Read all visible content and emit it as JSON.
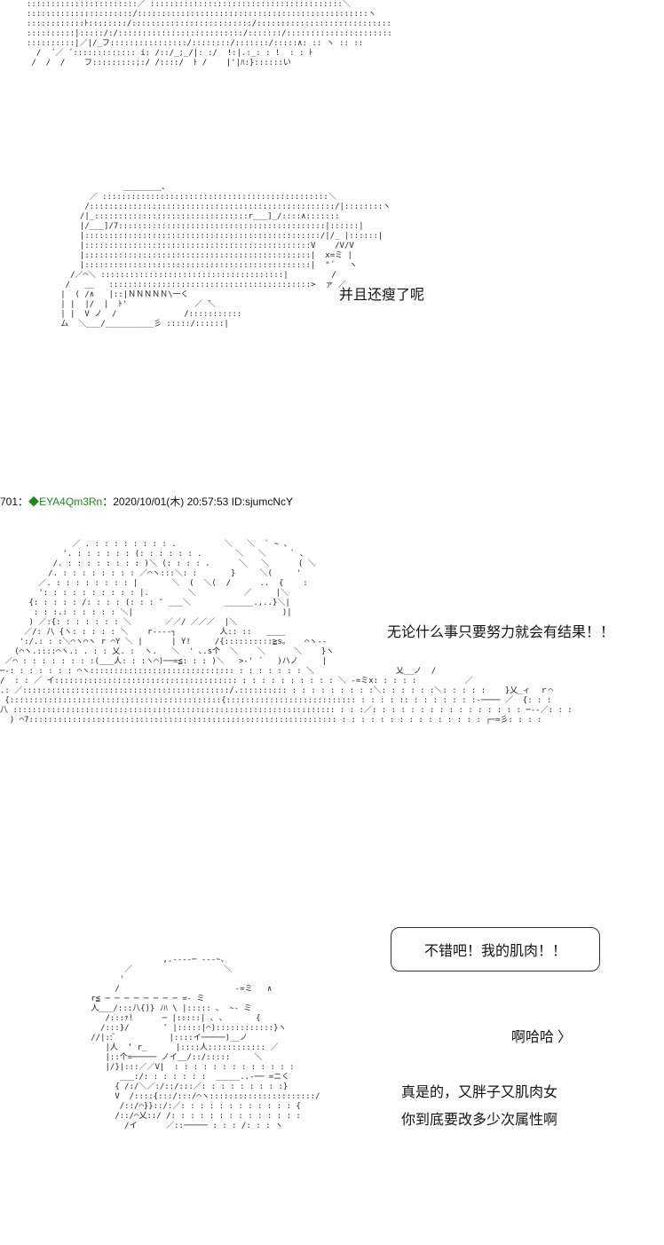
{
  "post": {
    "number": "701",
    "separator": "：",
    "trip_mark": "◆",
    "trip": "EYA4Qm3Rn",
    "datetime": "：2020/10/01(木) 20:57:53",
    "id": "ID:sjumcNcY"
  },
  "dialogues": {
    "line1": "并且还瘦了呢",
    "line2": "无论什么事只要努力就会有结果！！",
    "line3": "不错吧！我的肌肉！！",
    "line4": "啊哈哈 〉",
    "line5": "真是的，又胖子又肌肉女",
    "line6": "你到底要改多少次属性啊"
  },
  "colors": {
    "trip": "#1a8a1a",
    "text": "#111111",
    "background": "#ffffff"
  }
}
